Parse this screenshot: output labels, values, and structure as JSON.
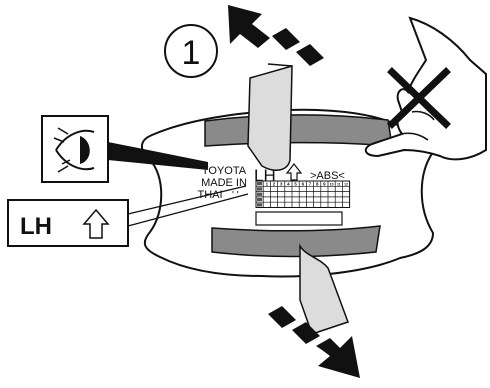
{
  "step": {
    "number": "1"
  },
  "callout": {
    "side": "LH"
  },
  "label": {
    "maker_line1": "TOYOTA",
    "maker_line2": "MADE IN",
    "maker_line3": "THAI",
    "side": "LH",
    "abs": ">ABS<",
    "grid_numbers": [
      "1",
      "2",
      "3",
      "4",
      "5",
      "6",
      "7",
      "8",
      "9",
      "10",
      "11",
      "12"
    ]
  },
  "icons": {
    "eye": "eye-icon",
    "hand": "pointing-hand-icon",
    "prohibited": "x-mark-icon",
    "up_arrow": "up-arrow-icon",
    "pull_arrow_top": "dashed-arrow-up-left-icon",
    "pull_arrow_bottom": "dashed-arrow-down-right-icon"
  },
  "colors": {
    "ink": "#111111",
    "band_gray": "#8a8a8a",
    "tab_gray": "#dcdcdc",
    "paper": "#ffffff"
  }
}
